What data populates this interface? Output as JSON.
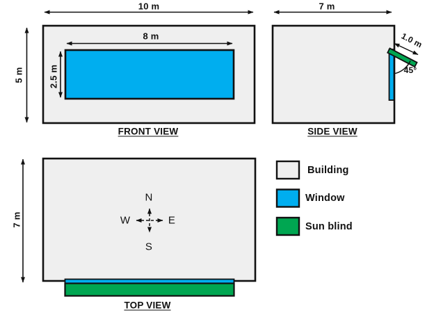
{
  "colors": {
    "building": "#efefef",
    "window": "#00aeef",
    "sun_blind": "#00a651",
    "line": "#111111"
  },
  "front_view": {
    "title": "FRONT VIEW",
    "building_width_label": "10 m",
    "building_height_label": "5 m",
    "window_width_label": "8 m",
    "window_height_label": "2.5 m"
  },
  "side_view": {
    "title": "SIDE VIEW",
    "building_depth_label": "7 m",
    "blind_length_label": "1.0 m",
    "blind_angle_label": "45°"
  },
  "top_view": {
    "title": "TOP VIEW",
    "building_depth_label": "7 m",
    "compass": {
      "north": "N",
      "south": "S",
      "east": "E",
      "west": "W"
    }
  },
  "legend": {
    "items": [
      {
        "label": "Building",
        "color": "#efefef"
      },
      {
        "label": "Window",
        "color": "#00aeef"
      },
      {
        "label": "Sun blind",
        "color": "#00a651"
      }
    ]
  }
}
